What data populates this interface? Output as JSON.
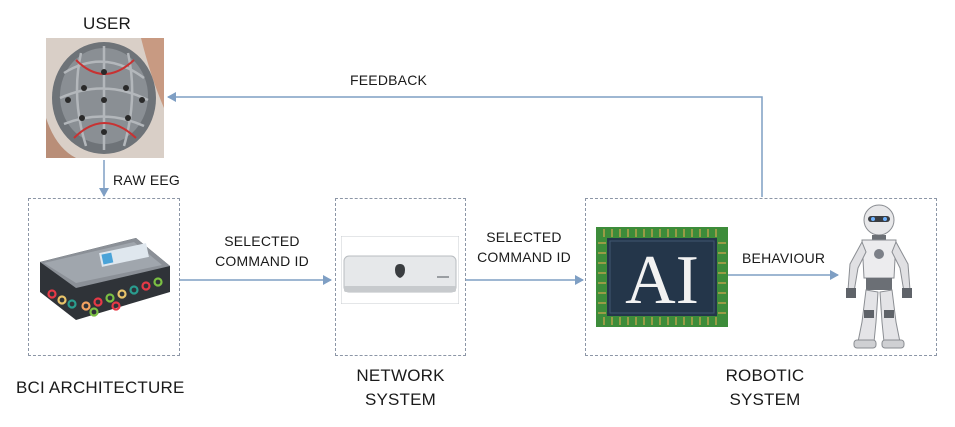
{
  "nodes": {
    "user": {
      "label": "USER"
    },
    "bci": {
      "label": "BCI ARCHITECTURE"
    },
    "network": {
      "label_line1": "NETWORK",
      "label_line2": "SYSTEM"
    },
    "robotic": {
      "label_line1": "ROBOTIC",
      "label_line2": "SYSTEM"
    },
    "ai_chip": {
      "text": "AI"
    }
  },
  "edges": {
    "feedback": "FEEDBACK",
    "raw_eeg": "RAW EEG",
    "bci_to_network": {
      "line1": "SELECTED",
      "line2": "COMMAND ID"
    },
    "network_to_robot": {
      "line1": "SELECTED",
      "line2": "COMMAND ID"
    },
    "behaviour": "BEHAVIOUR"
  },
  "colors": {
    "arrow": "#7f9fc4",
    "box_border": "#8c96a6",
    "chip_dark": "#24364a",
    "chip_green": "#3d8c3a"
  }
}
